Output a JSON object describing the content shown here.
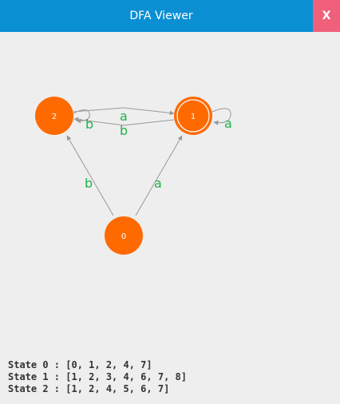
{
  "window": {
    "title": "DFA Viewer",
    "close_label": "X"
  },
  "colors": {
    "titlebar": "#0b8fd3",
    "close": "#f0607a",
    "state_fill": "#ff6a00",
    "edge": "#999999",
    "edge_label": "#22b14c"
  },
  "dfa": {
    "states": [
      {
        "id": "s0",
        "label": "0",
        "accepting": false
      },
      {
        "id": "s1",
        "label": "1",
        "accepting": true
      },
      {
        "id": "s2",
        "label": "2",
        "accepting": false
      }
    ],
    "transitions": [
      {
        "from": "0",
        "to": "2",
        "symbol": "b"
      },
      {
        "from": "0",
        "to": "1",
        "symbol": "a"
      },
      {
        "from": "2",
        "to": "1",
        "symbol": "a"
      },
      {
        "from": "1",
        "to": "2",
        "symbol": "b"
      },
      {
        "from": "2",
        "to": "2",
        "symbol": "b"
      },
      {
        "from": "1",
        "to": "1",
        "symbol": "a"
      }
    ]
  },
  "state_sets": [
    "State 0 : [0, 1, 2, 4, 7]",
    "State 1 : [1, 2, 3, 4, 6, 7, 8]",
    "State 2 : [1, 2, 4, 5, 6, 7]"
  ]
}
